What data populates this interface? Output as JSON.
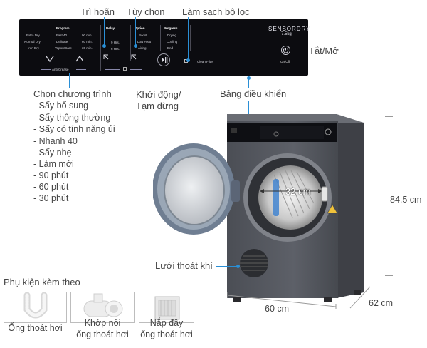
{
  "callouts": {
    "delay": "Trì hoãn",
    "options": "Tùy chọn",
    "clean_filter": "Làm sạch bộ lọc",
    "power": "Tắt/Mở",
    "program_select": "Chọn chương trình",
    "start_pause_1": "Khởi động/",
    "start_pause_2": "Tạm dừng",
    "control_panel": "Bảng điều khiển",
    "vent_grille": "Lưới thoát khí",
    "door_size": "32 cm"
  },
  "programs": [
    "- Sấy bổ sung",
    "- Sấy thông thường",
    "- Sấy có tính năng ủi",
    "- Nhanh 40",
    "- Sấy nhẹ",
    "- Làm mới",
    "- 90 phút",
    "- 60 phút",
    "- 30 phút"
  ],
  "panel": {
    "program_header": "Program",
    "program_col1": [
      "Extra Dry",
      "Normal Dry",
      "Iron Dry"
    ],
    "program_col2": [
      "Fast 40",
      "Delicate",
      "VapourCare"
    ],
    "program_col3": [
      "90 min.",
      "60 min.",
      "30 min."
    ],
    "anti_crease": "Anti Crease",
    "delay_header": "Delay",
    "delay_items": [
      "9 Hrs.",
      "6 Hrs."
    ],
    "option_header": "Option",
    "option_items": [
      "Boost",
      "Low Heat",
      "Airing"
    ],
    "progress_header": "Progress",
    "progress_items": [
      "Drying",
      "Cooling",
      "End"
    ],
    "clean_filter": "Clean Filter",
    "brand_line1": "SENSORDRY",
    "brand_line2": "7.5kg",
    "onoff": "On/Off"
  },
  "dimensions": {
    "height": "84.5 cm",
    "width": "60 cm",
    "depth": "62 cm"
  },
  "accessories": {
    "heading": "Phụ kiện kèm theo",
    "items": [
      {
        "line1": "Ống thoát hơi",
        "line2": ""
      },
      {
        "line1": "Khớp nối",
        "line2": "ống thoát hơi"
      },
      {
        "line1": "Nắp đậy",
        "line2": "ống thoát hơi"
      }
    ]
  },
  "colors": {
    "callout_line": "#2a8fd6",
    "panel_bg": "#0c0c10",
    "dryer_body": "#55585f"
  }
}
